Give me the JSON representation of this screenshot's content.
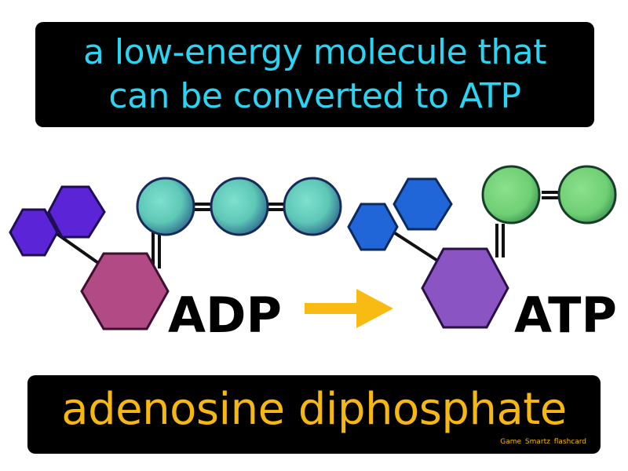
{
  "definition": {
    "line1": "a low-energy molecule that",
    "line2": "can be converted to ATP"
  },
  "diagram": {
    "left_label": "ADP",
    "right_label": "ATP",
    "arrow_icon": "right-arrow-icon"
  },
  "term": {
    "text": "adenosine diphosphate",
    "credit": "Game Smartz flashcard"
  },
  "colors": {
    "definition_text": "#2ad4f2",
    "term_text": "#f7b712",
    "banner_bg": "#000000",
    "adp_base": "#b24a86",
    "adp_sugar": "#5b24d6",
    "adp_phosphate": "#5ec7b6",
    "atp_base": "#8a55c2",
    "atp_sugar": "#2066d8",
    "atp_phosphate": "#6fcf74",
    "arrow": "#f8bb14"
  }
}
